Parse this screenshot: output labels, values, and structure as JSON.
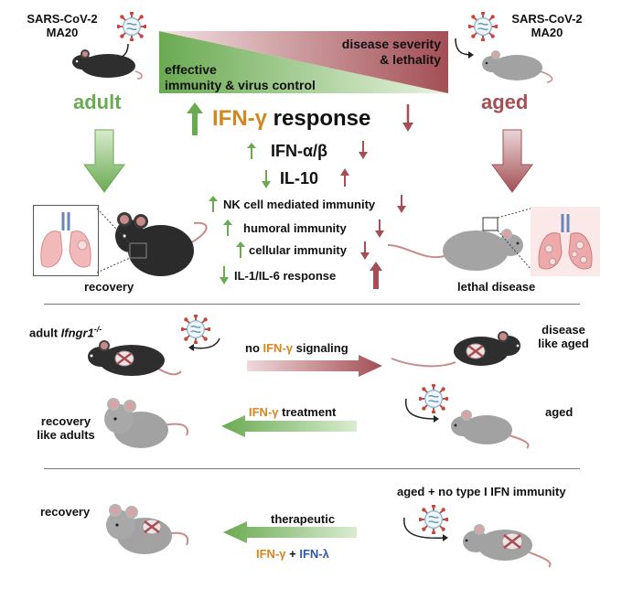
{
  "top": {
    "left_virus_label": {
      "line1": "SARS-CoV-2",
      "line2": "MA20"
    },
    "right_virus_label": {
      "line1": "SARS-CoV-2",
      "line2": "MA20"
    },
    "adult_label": "adult",
    "aged_label": "aged",
    "triangle_left": {
      "line1": "effective",
      "line2": "immunity & virus control"
    },
    "triangle_right": {
      "line1": "disease severity",
      "line2": "& lethality"
    },
    "ifng_response": {
      "prefix": "IFN-γ",
      "suffix": " response"
    },
    "ifn_ab": "IFN-α/β",
    "il10": "IL-10",
    "nk": "NK cell mediated immunity",
    "humoral": "humoral immunity",
    "cellular": "cellular immunity",
    "il1": "IL-1/IL-6 response",
    "recovery": "recovery",
    "lethal": "lethal disease"
  },
  "middle": {
    "adult_ko_prefix": "adult ",
    "adult_ko_gene": "Ifngr1",
    "adult_ko_sup": "-/-",
    "no_signal": {
      "pre": "no ",
      "ifng": "IFN-γ",
      "post": " signaling"
    },
    "disease_like_aged": {
      "line1": "disease",
      "line2": "like aged"
    },
    "treatment": {
      "ifng": "IFN-γ",
      "post": " treatment"
    },
    "aged": "aged",
    "recovery_like_adults": {
      "line1": "recovery",
      "line2": "like adults"
    }
  },
  "bottom": {
    "recovery": "recovery",
    "therapeutic": "therapeutic",
    "ifng": "IFN-γ",
    "plus": " + ",
    "ifnl": "IFN-λ",
    "aged_no_type1": "aged + no type I IFN immunity"
  },
  "colors": {
    "green": "#6aaa52",
    "red": "#a34f55",
    "orange": "#d4871c",
    "blue": "#2b5aa8",
    "mouse_black": "#2e2e2e",
    "mouse_grey": "#9a9a9a"
  }
}
